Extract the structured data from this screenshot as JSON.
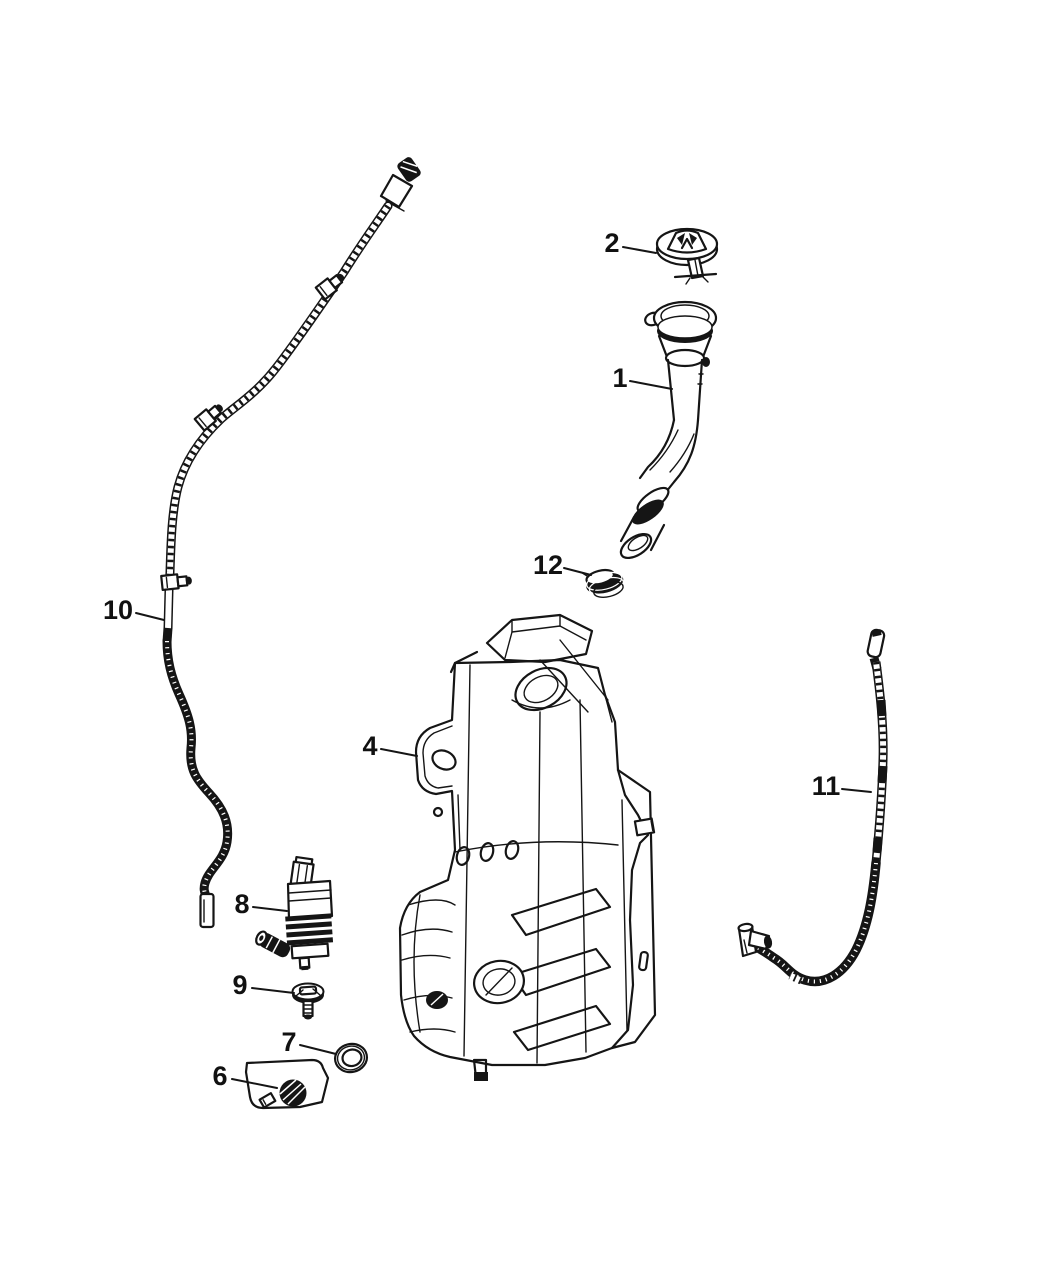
{
  "colors": {
    "background": "#ffffff",
    "line": "#151515"
  },
  "callouts": [
    {
      "num": "1",
      "part": "filler-neck"
    },
    {
      "num": "2",
      "part": "reservoir-cap"
    },
    {
      "num": "4",
      "part": "reservoir-bottle"
    },
    {
      "num": "6",
      "part": "connector"
    },
    {
      "num": "7",
      "part": "grommet-ring"
    },
    {
      "num": "8",
      "part": "washer-pump"
    },
    {
      "num": "9",
      "part": "level-sensor"
    },
    {
      "num": "10",
      "part": "hose-left"
    },
    {
      "num": "11",
      "part": "hose-right"
    },
    {
      "num": "12",
      "part": "neck-grommet"
    }
  ]
}
